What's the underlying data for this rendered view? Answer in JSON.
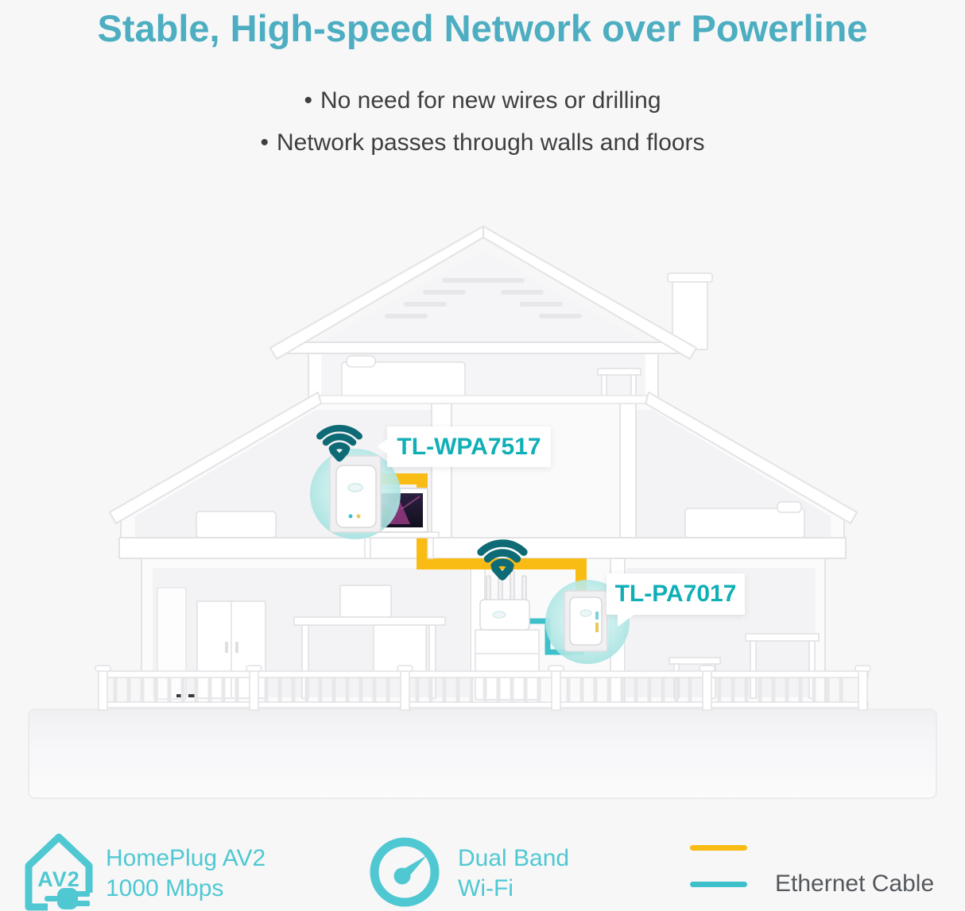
{
  "header": {
    "title": "Stable, High-speed Network over Powerline",
    "bullet_glyph": "•",
    "bullets": [
      "No need for new wires or drilling",
      "Network passes through walls and floors"
    ]
  },
  "diagram": {
    "device_labels": {
      "upstairs": "TL-WPA7517",
      "downstairs": "TL-PA7017"
    },
    "icons": {
      "upstairs_wifi": "wifi-icon",
      "downstairs_wifi": "wifi-icon"
    }
  },
  "legend": {
    "homeplug": {
      "icon": "av2-house-plug-icon",
      "badge": "AV2",
      "line1": "HomePlug AV2",
      "line2": "1000 Mbps"
    },
    "dual_band": {
      "icon": "speedometer-icon",
      "line1": "Dual Band",
      "line2": "Wi-Fi"
    },
    "cables": [
      {
        "swatch_color": "#F9BC15",
        "label": ""
      },
      {
        "swatch_color": "#3EC0CB",
        "label": "Ethernet Cable"
      }
    ]
  },
  "colors": {
    "background": "#F7F7F8",
    "title_teal": "#4DAEC1",
    "device_label_teal": "#10AFB6",
    "legend_teal": "#4FC8D2",
    "powerline_yellow": "#F9BC15",
    "ethernet_teal": "#3EC0CB",
    "wifi_dark_teal": "#0E6B75",
    "body_text": "#3E3E40",
    "ethernet_label_gray": "#54585C"
  }
}
